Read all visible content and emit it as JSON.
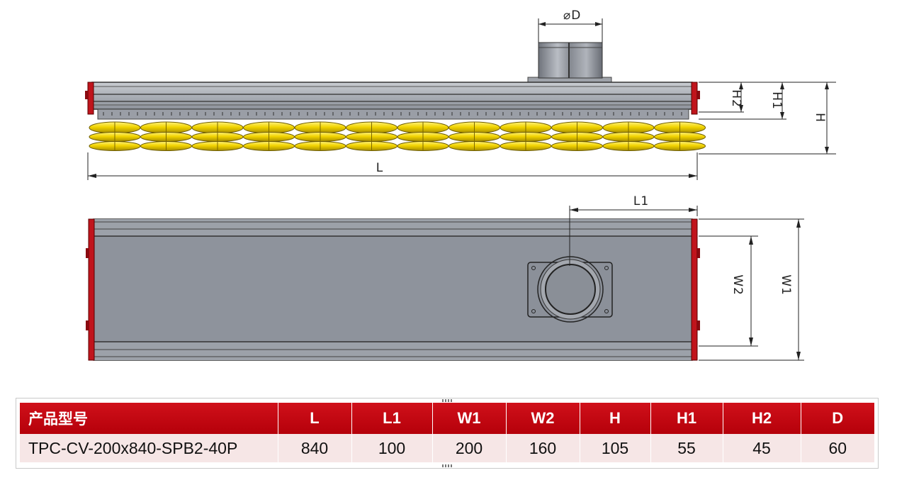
{
  "dimension_labels": {
    "D": "⌀D",
    "L": "L",
    "L1": "L1",
    "H": "H",
    "H1": "H1",
    "H2": "H2",
    "W1": "W1",
    "W2": "W2"
  },
  "spec_table": {
    "headers": [
      "产品型号",
      "L",
      "L1",
      "W1",
      "W2",
      "H",
      "H1",
      "H2",
      "D"
    ],
    "rows": [
      [
        "TPC-CV-200x840-SPB2-40P",
        "840",
        "100",
        "200",
        "160",
        "105",
        "55",
        "45",
        "60"
      ]
    ]
  },
  "colors": {
    "body_gray": "#8e939c",
    "end_cap_red": "#c0141c",
    "suction_cup_yellow": "#f2d400",
    "header_red": "#c8000f",
    "row_pink": "#f6e6e6"
  }
}
